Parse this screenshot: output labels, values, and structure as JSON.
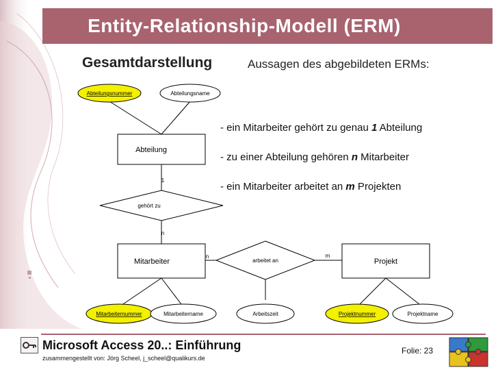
{
  "header": {
    "title": "Entity-Relationship-Modell (ERM)",
    "subtitle": "Gesamtdarstellung",
    "statements_title": "Aussagen des abgebildeten ERMs:"
  },
  "diagram": {
    "entities": {
      "abteilung": "Abteilung",
      "mitarbeiter": "Mitarbeiter",
      "projekt": "Projekt"
    },
    "relationships": {
      "gehoert_zu": "gehört zu",
      "arbeitet_an": "arbeitet an"
    },
    "attributes": {
      "abteilungsnummer": "Abteilungsnummer",
      "abteilungsname": "Abteilungsname",
      "mitarbeiternummer": "Mitarbeiternummer",
      "mitarbeitername": "Mitarbeitername",
      "arbeitszeit": "Arbeitszeit",
      "projektnummer": "Projektnummer",
      "projektname": "Projektname"
    },
    "cardinalities": {
      "abteilung_gehoert": "1",
      "gehoert_mitarbeiter": "n",
      "mitarbeiter_arbeitet": "n",
      "arbeitet_projekt": "m"
    },
    "colors": {
      "key_attribute_fill": "#f3f000",
      "accent": "#a8636f"
    }
  },
  "statements": [
    {
      "pre": "- ein Mitarbeiter gehört zu genau ",
      "em": "1",
      "post": " Abteilung"
    },
    {
      "pre": "- zu einer Abteilung gehören ",
      "em": "n",
      "post": " Mitarbeiter"
    },
    {
      "pre": "- ein Mitarbeiter arbeitet an ",
      "em": "m",
      "post": " Projekten"
    }
  ],
  "footer": {
    "course": "Microsoft Access 20..: Einführung",
    "author": "zusammengestellt von: Jörg Scheel, j_scheel@qualikurs.de",
    "page": "Folie: 23"
  },
  "icons": {
    "left": "key-icon",
    "right": "puzzle-icon"
  }
}
